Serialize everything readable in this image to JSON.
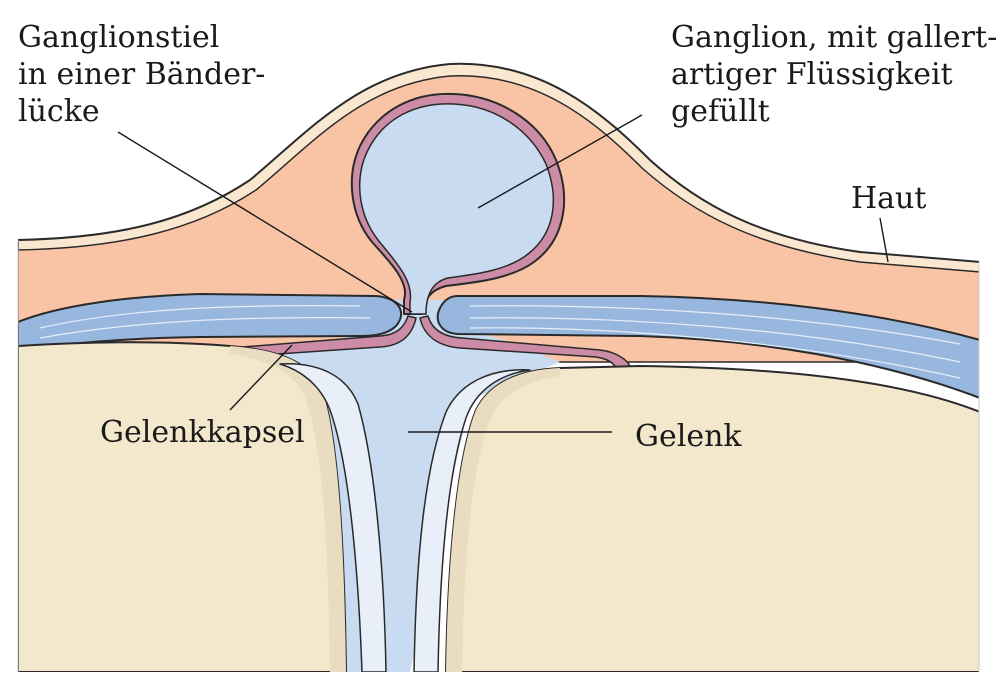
{
  "labels": {
    "ganglion_stalk": [
      "Ganglionstiel",
      "in einer Bänder-",
      "lücke"
    ],
    "ganglion": [
      "Ganglion, mit gallert-",
      "artiger Flüssigkeit",
      "gefüllt"
    ],
    "skin": "Haut",
    "joint_capsule": "Gelenkkapsel",
    "joint": "Gelenk"
  },
  "colors": {
    "skin_outer": "#f9e8cf",
    "subcutis": "#f8c4a5",
    "ligament": "#98b7de",
    "ligament_inner": "#bed1ec",
    "synovial_fluid": "#c8dbf0",
    "capsule_membrane": "#cd8ca6",
    "bone": "#f3e7cc",
    "cartilage": "#e8eff8",
    "outline": "#2a2a2a"
  }
}
